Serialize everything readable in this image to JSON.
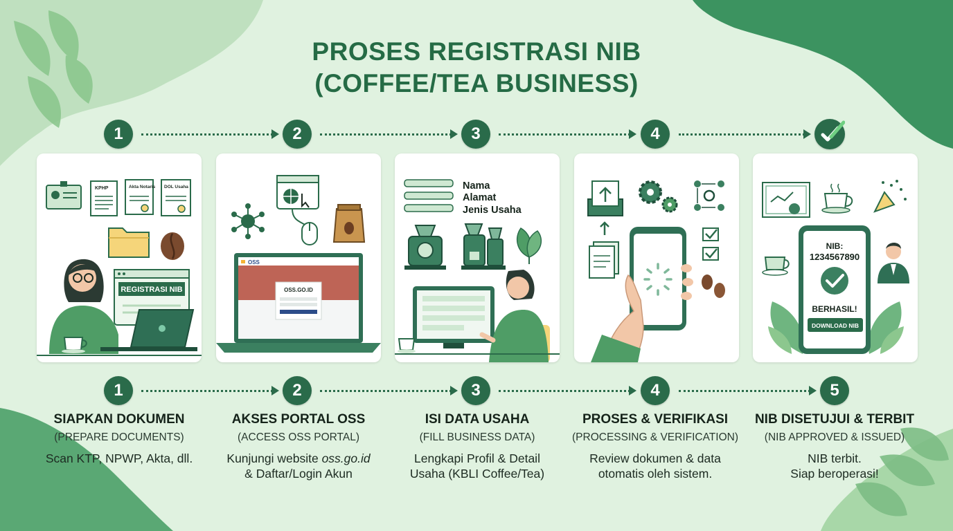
{
  "header": {
    "title_line1": "PROSES REGISTRASI NIB",
    "title_line2": "(COFFEE/TEA BUSINESS)"
  },
  "colors": {
    "primary": "#2a6b4a",
    "background": "#e0f2e0",
    "card": "#ffffff",
    "accent_mint": "#c8e6c9",
    "accent_yellow": "#f5d57a"
  },
  "top_steps": [
    {
      "number": "1"
    },
    {
      "number": "2"
    },
    {
      "number": "3"
    },
    {
      "number": "4"
    },
    {
      "icon": "checkmark-icon"
    }
  ],
  "cards": [
    {
      "illustration": "prepare-documents",
      "doc_labels": [
        "KPHP",
        "Akta Notaris",
        "DOL Usaha"
      ],
      "screen_label": "REGISTRASI NIB"
    },
    {
      "illustration": "oss-portal",
      "screen_brand": "OSS",
      "screen_url": "OSS.GO.ID"
    },
    {
      "illustration": "fill-business-data",
      "form_fields": [
        "Nama",
        "Alamat",
        "Jenis Usaha"
      ]
    },
    {
      "illustration": "processing-verification"
    },
    {
      "illustration": "nib-issued",
      "nib_label": "NIB:",
      "nib_number": "1234567890",
      "status": "BERHASIL!",
      "button": "DOWNLOAD NIB"
    }
  ],
  "steps": [
    {
      "number": "1",
      "title": "SIAPKAN DOKUMEN",
      "subtitle": "(PREPARE DOCUMENTS)",
      "desc_line1": "Scan KTP, NPWP, Akta, dll.",
      "desc_line2": ""
    },
    {
      "number": "2",
      "title": "AKSES PORTAL OSS",
      "subtitle": "(ACCESS OSS PORTAL)",
      "desc_prefix": "Kunjungi website ",
      "desc_em": "oss.go.id",
      "desc_line2": "& Daftar/Login Akun"
    },
    {
      "number": "3",
      "title": "ISI DATA USAHA",
      "subtitle": "(FILL BUSINESS DATA)",
      "desc_line1": "Lengkapi Profil & Detail",
      "desc_line2": "Usaha (KBLI Coffee/Tea)"
    },
    {
      "number": "4",
      "title": "PROSES & VERIFIKASI",
      "subtitle": "(PROCESSING & VERIFICATION)",
      "desc_line1": "Review dokumen & data",
      "desc_line2": "otomatis oleh sistem."
    },
    {
      "number": "5",
      "title": "NIB DISETUJUI & TERBIT",
      "subtitle": "(NIB APPROVED & ISSUED)",
      "desc_line1": "NIB terbit.",
      "desc_line2": "Siap beroperasi!"
    }
  ]
}
